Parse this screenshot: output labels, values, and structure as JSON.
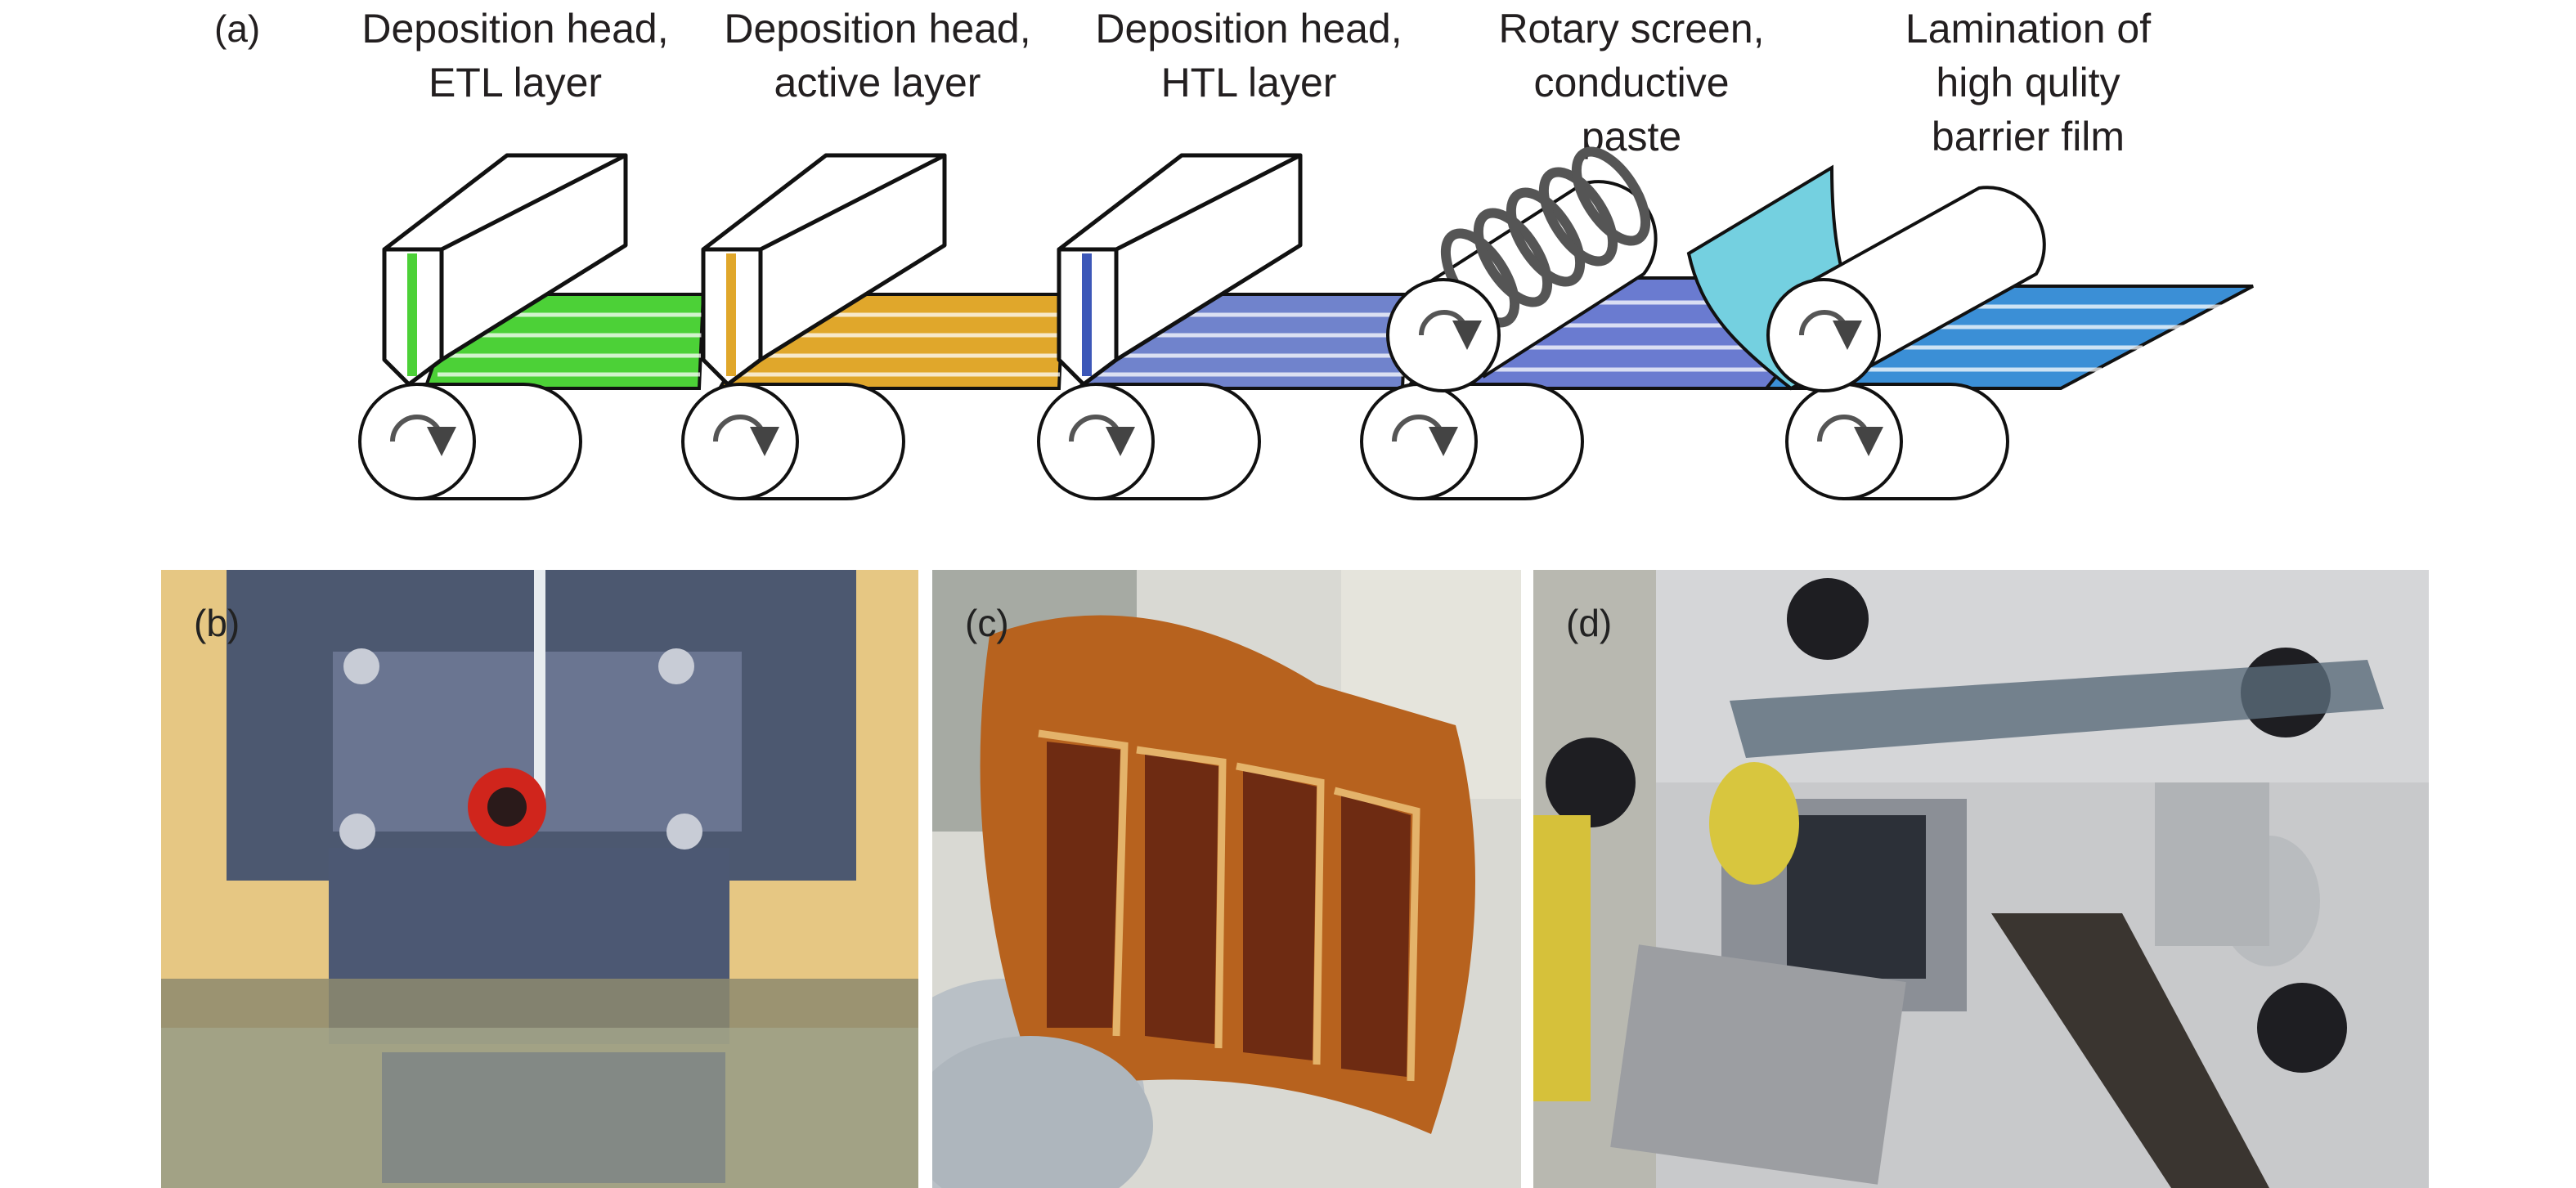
{
  "panels": {
    "a": "(a)",
    "b": "(b)",
    "c": "(c)",
    "d": "(d)"
  },
  "steps": [
    {
      "label": "Deposition head,\nETL layer",
      "color": "#4cd137"
    },
    {
      "label": "Deposition head,\nactive layer",
      "color": "#e0a72b"
    },
    {
      "label": "Deposition head,\nHTL layer",
      "color": "#3c57b8"
    },
    {
      "label": "Rotary screen,\nconductive\npaste",
      "color": "#6677c8"
    },
    {
      "label": "Lamination of\nhigh qulity\nbarrier film",
      "color": "#74d0e0"
    }
  ]
}
